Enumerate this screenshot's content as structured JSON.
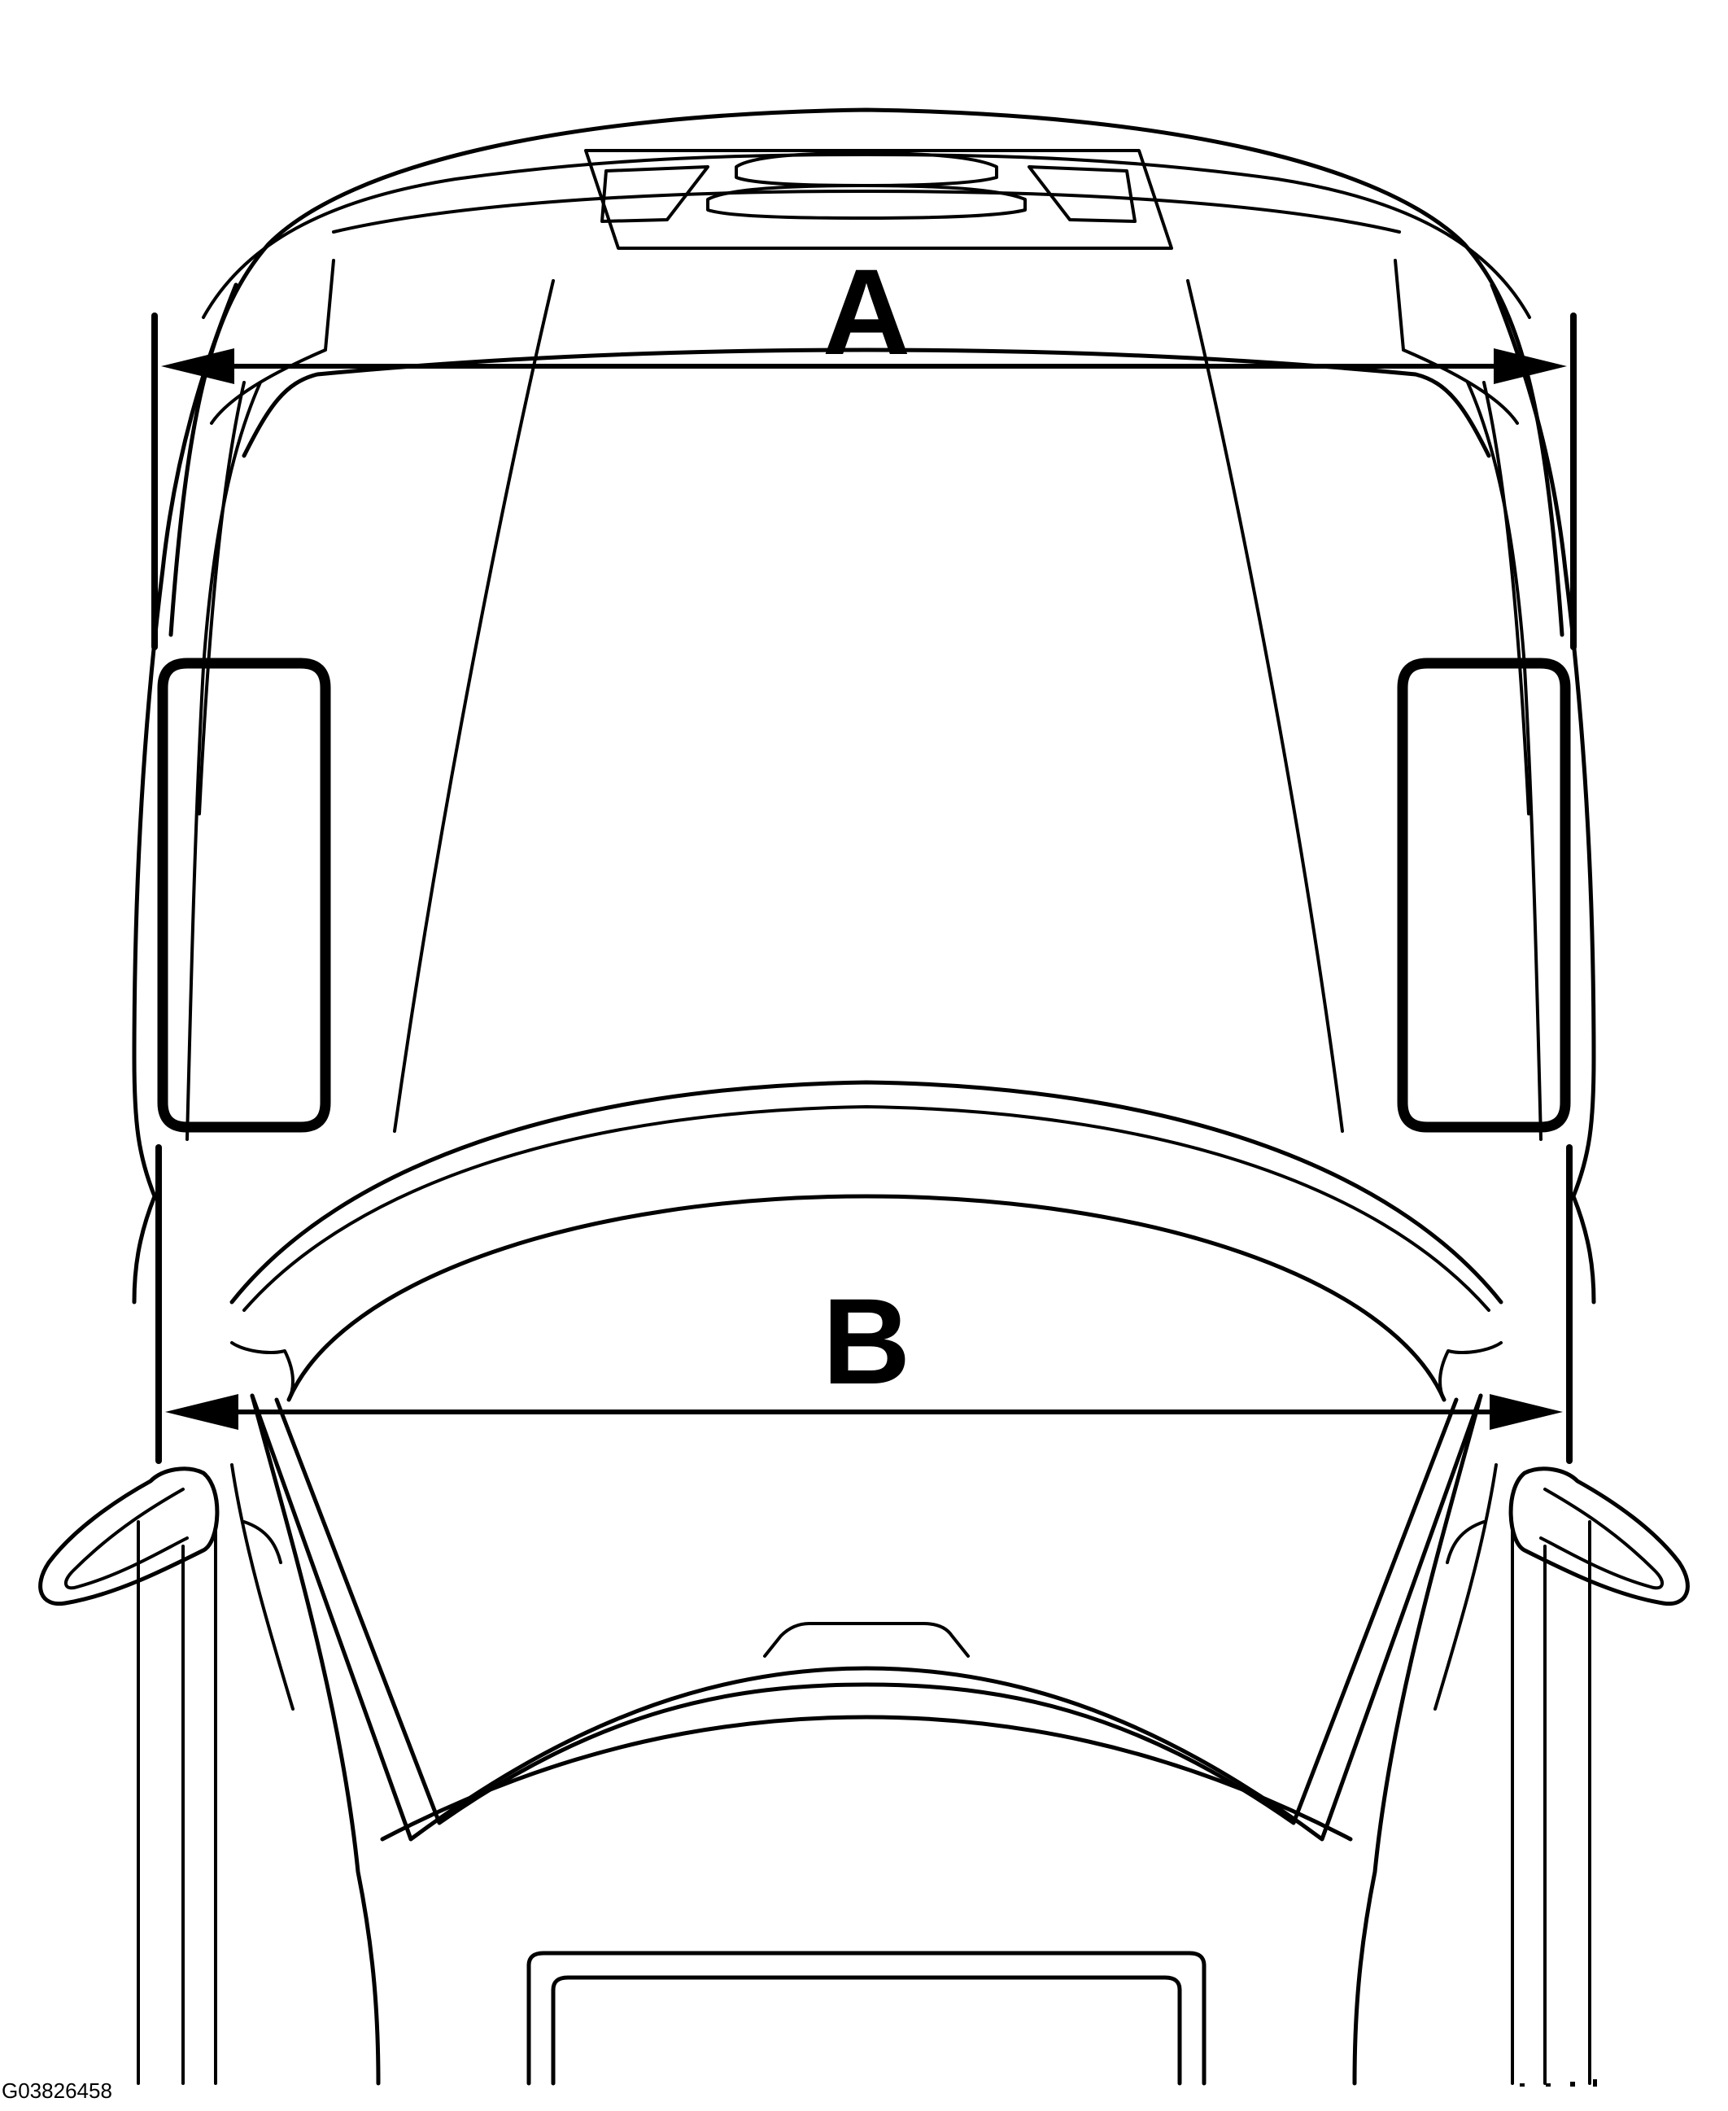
{
  "labels": {
    "dimension_a": "A",
    "dimension_b": "B",
    "figure_id": "G03826458"
  },
  "colors": {
    "ink": "#000000",
    "paper": "#ffffff"
  }
}
